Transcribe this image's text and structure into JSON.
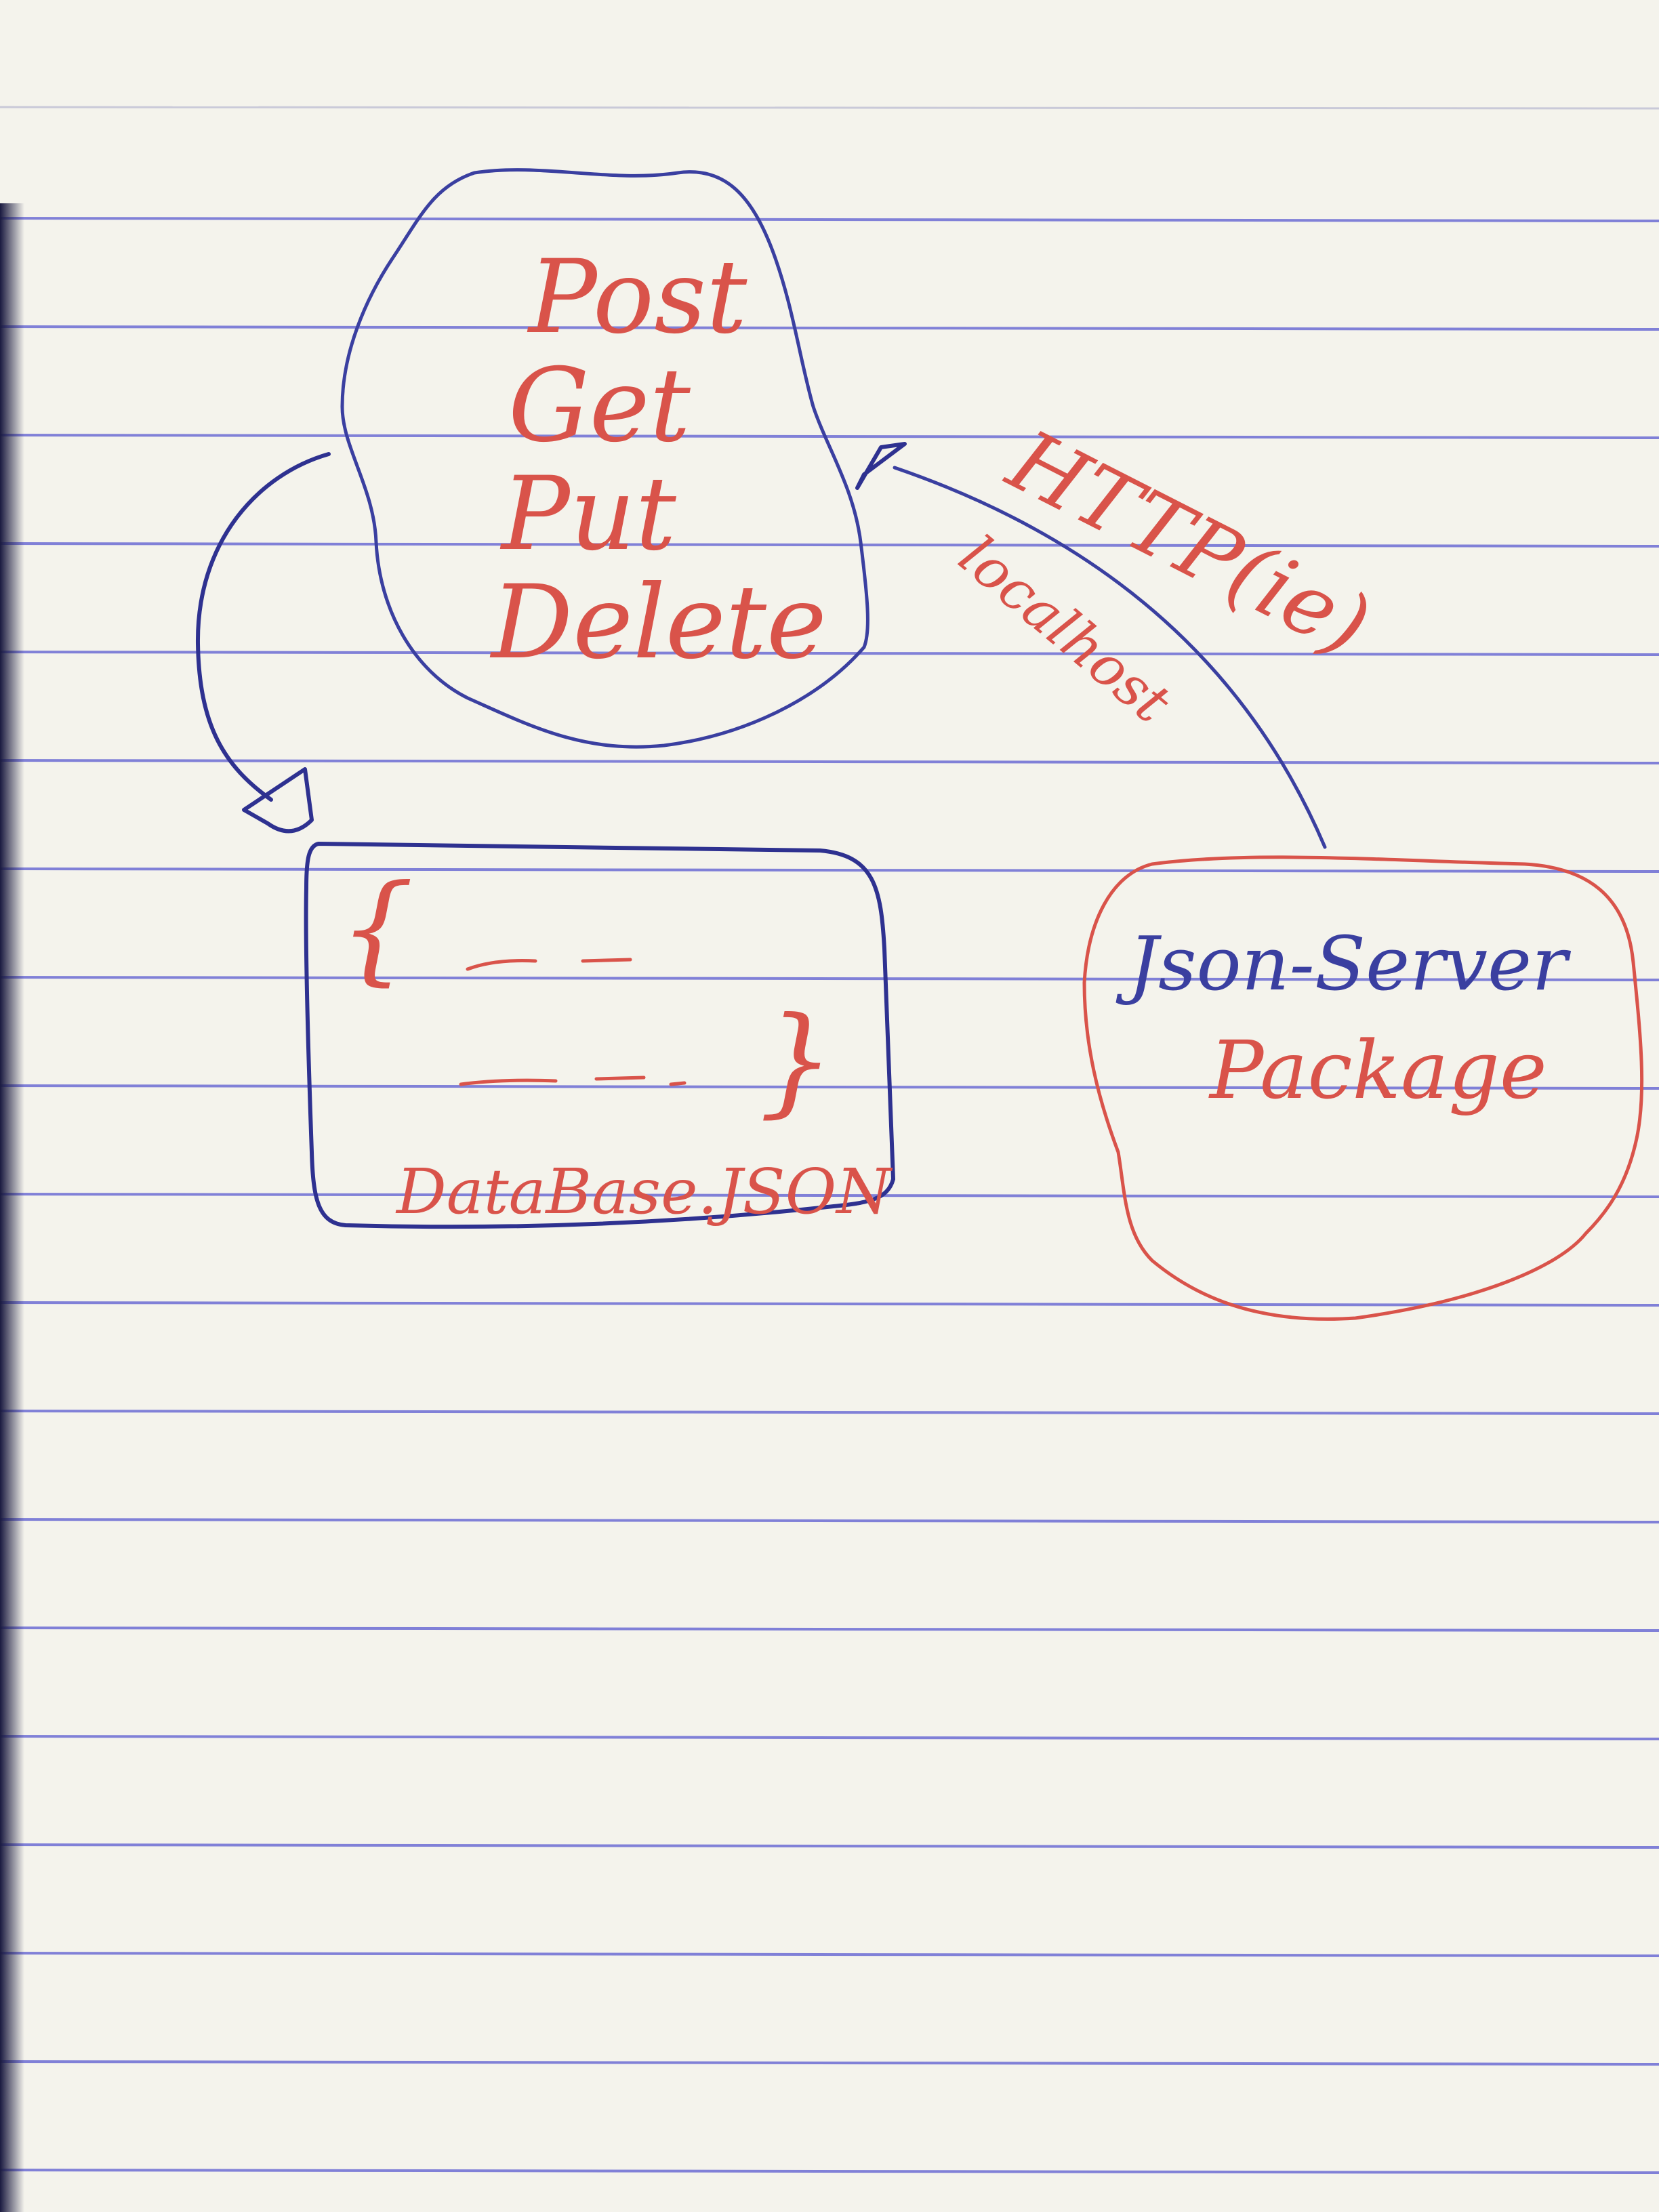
{
  "colors": {
    "paper": "#f4f3ec",
    "rule_line": "#5a5ad0",
    "margin_shadow": "#2a2a55",
    "blue_ink": "#3a3fa0",
    "red_ink": "#d9534a"
  },
  "methods_cloud": {
    "items": [
      "Post",
      "Get",
      "Put",
      "Delete"
    ]
  },
  "http_label": "HTTP(ie)",
  "localhost_label": "localhost",
  "database_box": {
    "open_brace": "{",
    "close_brace": "}",
    "caption": "DataBase.JSON"
  },
  "server_cloud": {
    "title": "Json-Server",
    "subtitle": "Package"
  }
}
